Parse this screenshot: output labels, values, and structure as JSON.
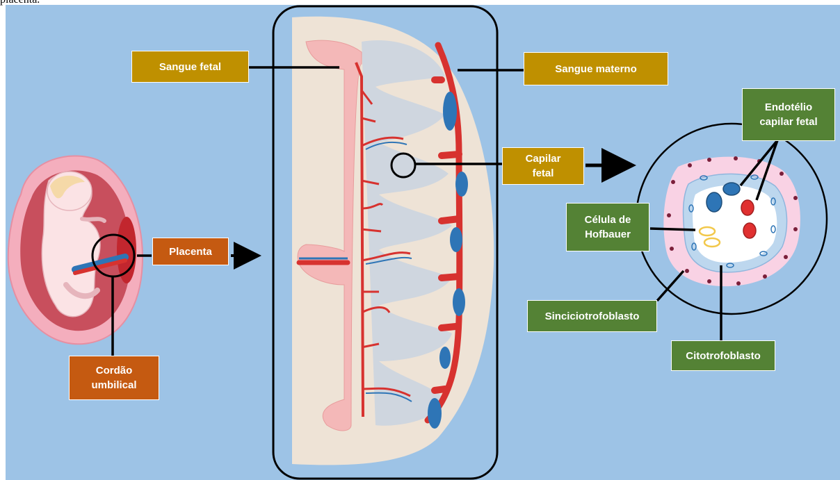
{
  "caption_fragment": "placenta.",
  "labels": {
    "sangue_fetal": "Sangue fetal",
    "sangue_materno": "Sangue materno",
    "placenta": "Placenta",
    "cordao_line1": "Cordão",
    "cordao_line2": "umbilical",
    "capilar_line1": "Capilar",
    "capilar_line2": "fetal",
    "endotelio_line1": "Endotélio",
    "endotelio_line2": "capilar fetal",
    "hofbauer_line1": "Célula de",
    "hofbauer_line2": "Hofbauer",
    "sinciciotrofoblasto": "Sinciciotrofoblasto",
    "citotrofoblasto": "Citotrofoblasto"
  },
  "colors": {
    "background": "#9dc3e6",
    "gold_label": "#bf9000",
    "orange_label": "#c55a11",
    "green_label": "#548235",
    "fetal_vessel_red": "#d7322f",
    "fetal_vessel_blue": "#2e75b6",
    "villus_pink": "#f4b8b8",
    "intervillous_grey": "#cfd6df",
    "uterine_tan": "#eee3d6"
  },
  "icons": [
    "fetus-in-uterus-illustration",
    "placenta-cross-section-illustration",
    "villus-cross-section-illustration"
  ]
}
